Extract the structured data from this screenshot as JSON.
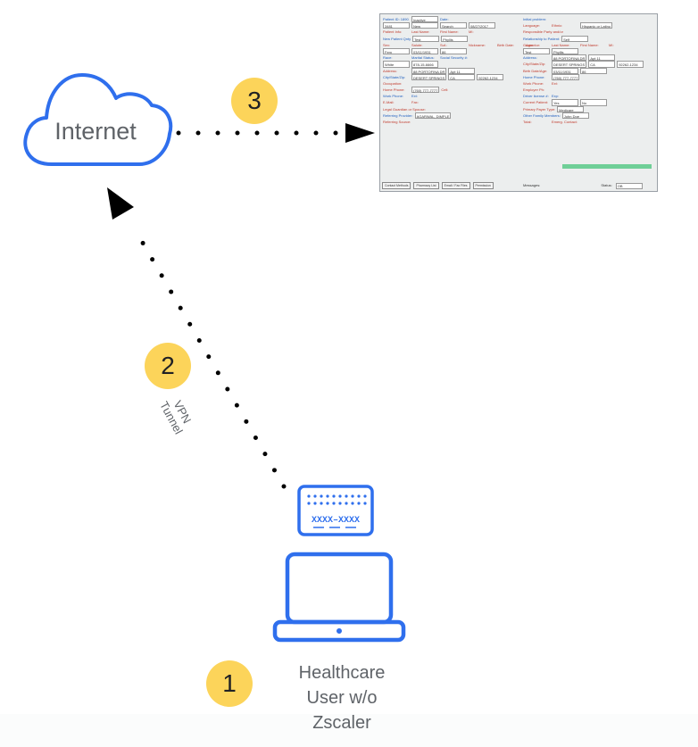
{
  "internet": {
    "label": "Internet"
  },
  "user": {
    "label_lines": [
      "Healthcare",
      "User w/o",
      "Zscaler"
    ]
  },
  "vpn": {
    "label_lines": [
      "VPN",
      "Tunnel"
    ]
  },
  "badges": {
    "one": "1",
    "two": "2",
    "three": "3"
  },
  "token": {
    "code": "XXXX–XXXX"
  },
  "colors": {
    "accent_blue": "#2f6fed",
    "badge_yellow": "#fcd45a",
    "text_gray": "#5f6368"
  },
  "emr": {
    "left_rows": [
      [
        "Patient ID: 1890",
        "Inactive",
        "Date:"
      ],
      [
        "3481",
        "New",
        "Search",
        "08/27/2017"
      ],
      [
        "Patient Info:",
        "Last Name:",
        "First Name:",
        "MI:"
      ],
      [
        "New Patient Qnty",
        "Test",
        "Phyllis"
      ],
      [
        "Sex:",
        "Salute:",
        "Suf.:",
        "Nickname:",
        "Birth Date:",
        "Age:"
      ],
      [
        "Fem",
        "03/11/1931",
        "86"
      ],
      [
        "Race:",
        "Marital Status:",
        "Social Security #:"
      ],
      [
        "White",
        "878-15-6666"
      ],
      [
        "Address:",
        "88 PORTOFINA DR",
        "Apt 11"
      ],
      [
        "City/State/Zip:",
        "DESERT SPRINGS",
        "CA",
        "92262-1234"
      ],
      [
        "Occupation:"
      ],
      [
        "Home Phone:",
        "(760) 777-7777",
        "Cell:"
      ],
      [
        "Work Phone:",
        "Ext:"
      ],
      [
        "E-Mail:",
        "Fax:"
      ],
      [
        "Legal Guardian or Spouse:"
      ],
      [
        "Referring Provider:",
        "AGARWAL, DIMPLE"
      ],
      [
        "Referring Source:"
      ]
    ],
    "right_rows": [
      [
        "Initial problem:"
      ],
      [
        "Language:",
        "Ethnic:",
        "Hispanic or Latino"
      ],
      [
        "Responsible Party and/or"
      ],
      [
        "Relationship to Patient:",
        "Self"
      ],
      [
        "Guarantor:",
        "Last Name:",
        "First Name:",
        "MI:"
      ],
      [
        "Test",
        "Phyllis"
      ],
      [
        "Address:",
        "88 PORTOFINA DR",
        "Apt 11"
      ],
      [
        "City/State/Zip:",
        "DESERT SPRINGS",
        "CA",
        "92262-1234"
      ],
      [
        "Birth Date/Age:",
        "03/11/1931",
        "86"
      ],
      [
        "Home Phone:",
        "(760) 777-7777"
      ],
      [
        "Work Phone:",
        "Ext:"
      ],
      [
        "Employer Ph:"
      ],
      [
        "Driver license #:",
        "Exp:"
      ],
      [
        "Current Patient:",
        "Yes",
        "No"
      ],
      [
        "Primary Payer Type:",
        "Medicare"
      ],
      [
        "Other Family Members:",
        "John Doe"
      ],
      [
        "Total:",
        "Emerg. Contact:"
      ]
    ],
    "footer_buttons": [
      "Contact Methods",
      "Pharmacy List",
      "Email / Fax Files",
      "Permission"
    ],
    "messages_label": "Messages:",
    "status_label": "Status:",
    "status_value": "OB"
  }
}
